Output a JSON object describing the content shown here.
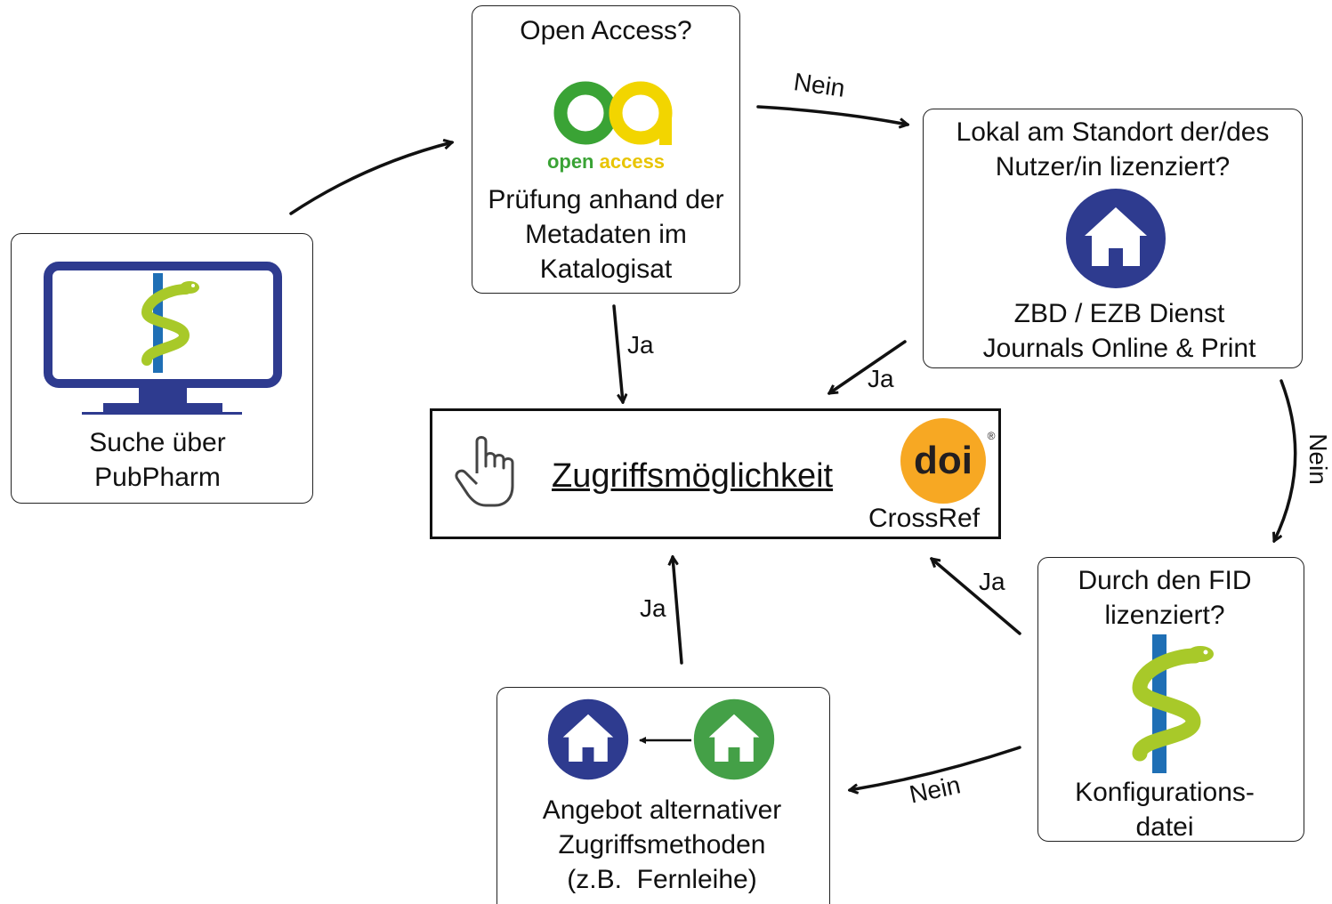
{
  "search": {
    "line1": "Suche über",
    "line2": "PubPharm"
  },
  "open_access": {
    "title": "Open Access?",
    "logo_text_1": "open",
    "logo_text_2": "access",
    "line1": "Prüfung anhand der",
    "line2": "Metadaten im",
    "line3": "Katalogisat"
  },
  "local": {
    "line1": "Lokal am Standort der/des",
    "line2": "Nutzer/in lizenziert?",
    "line3": "ZBD / EZB Dienst",
    "line4": "Journals Online & Print"
  },
  "access": {
    "title": "Zugriffsmöglichkeit",
    "doi_text": "doi",
    "doi_registered": "®",
    "crossref": "CrossRef"
  },
  "fid": {
    "line1": "Durch den FID",
    "line2": "lizenziert?",
    "line3": "Konfigurations-",
    "line4": "datei"
  },
  "alternative": {
    "line1": "Angebot alternativer",
    "line2": "Zugriffsmethoden",
    "line3": "(z.B.  Fernleihe)"
  },
  "edge_labels": {
    "oa_no": "Nein",
    "oa_yes": "Ja",
    "local_yes": "Ja",
    "local_no": "Nein",
    "fid_yes": "Ja",
    "fid_no": "Nein",
    "alt_yes": "Ja"
  },
  "colors": {
    "navy": "#2e3b8f",
    "green": "#44a047",
    "lime": "#a8c929",
    "oa_green": "#3aa335",
    "oa_yellow": "#f2d500",
    "doi_orange": "#f7a823",
    "blue_staff": "#1f6fb5"
  }
}
